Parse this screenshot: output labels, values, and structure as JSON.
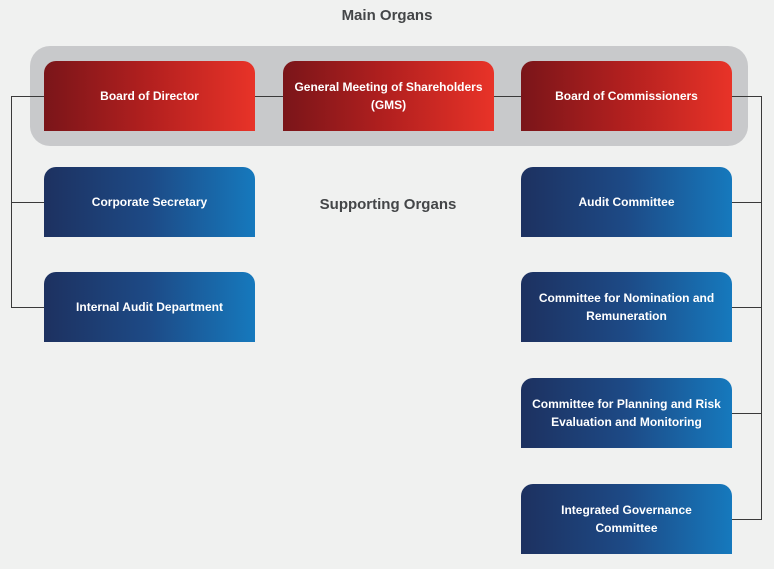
{
  "headings": {
    "main": "Main Organs",
    "supporting": "Supporting Organs"
  },
  "main_organs": [
    "Board of Director",
    "General Meeting of Shareholders (GMS)",
    "Board of Commissioners"
  ],
  "supporting_left": [
    "Corporate Secretary",
    "Internal Audit Department"
  ],
  "supporting_right": [
    "Audit Committee",
    "Committee for Nomination and Remuneration",
    "Committee for Planning and Risk Evaluation and Monitoring",
    "Integrated Governance Committee"
  ],
  "colors": {
    "main_organ_gradient": [
      "#7a1519",
      "#e83328"
    ],
    "supporting_organ_gradient": [
      "#1d3160",
      "#1679bd"
    ],
    "band": "#c8c9cb",
    "connector": "#3a3a3a"
  }
}
